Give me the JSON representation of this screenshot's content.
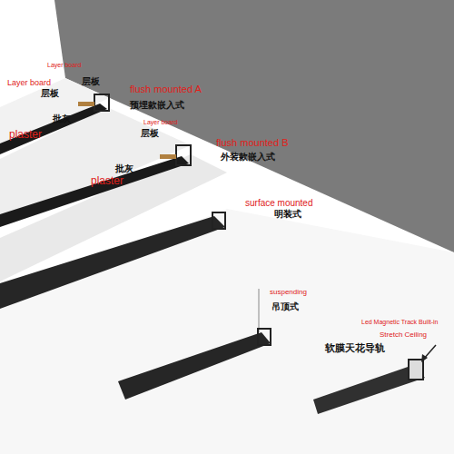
{
  "diagram": {
    "labels": [
      "Layer board",
      "Layer board",
      "层板",
      "层板",
      "批灰",
      "plaster",
      "flush mounted A",
      "预埋款嵌入式",
      "Layer board",
      "层板",
      "批灰",
      "plaster",
      "flush mounted B",
      "外装款嵌入式",
      "surface mounted",
      "明装式",
      "suspending",
      "吊顶式",
      "Led Magnetic Track Built-in",
      "Stretch Ceiling",
      "软膜天花导轨"
    ]
  }
}
